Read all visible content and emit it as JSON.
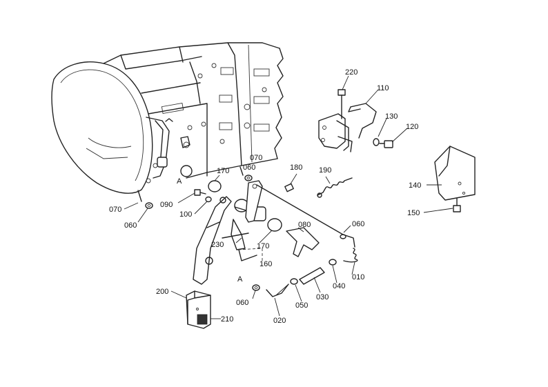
{
  "labels": {
    "l220": "220",
    "l110": "110",
    "l130": "130",
    "l120": "120",
    "l070a": "070",
    "l060a": "060",
    "l180": "180",
    "l190": "190",
    "l170a": "170",
    "l140": "140",
    "l150": "150",
    "lA1": "A",
    "l090": "090",
    "l100": "100",
    "l070b": "070",
    "l060b": "060",
    "l080": "080",
    "l060c": "060",
    "l230": "230",
    "l170b": "170",
    "l160": "160",
    "l010": "010",
    "l040": "040",
    "l030": "030",
    "l050": "050",
    "lA2": "A",
    "l060d": "060",
    "l020": "020",
    "l200": "200",
    "l210": "210"
  }
}
